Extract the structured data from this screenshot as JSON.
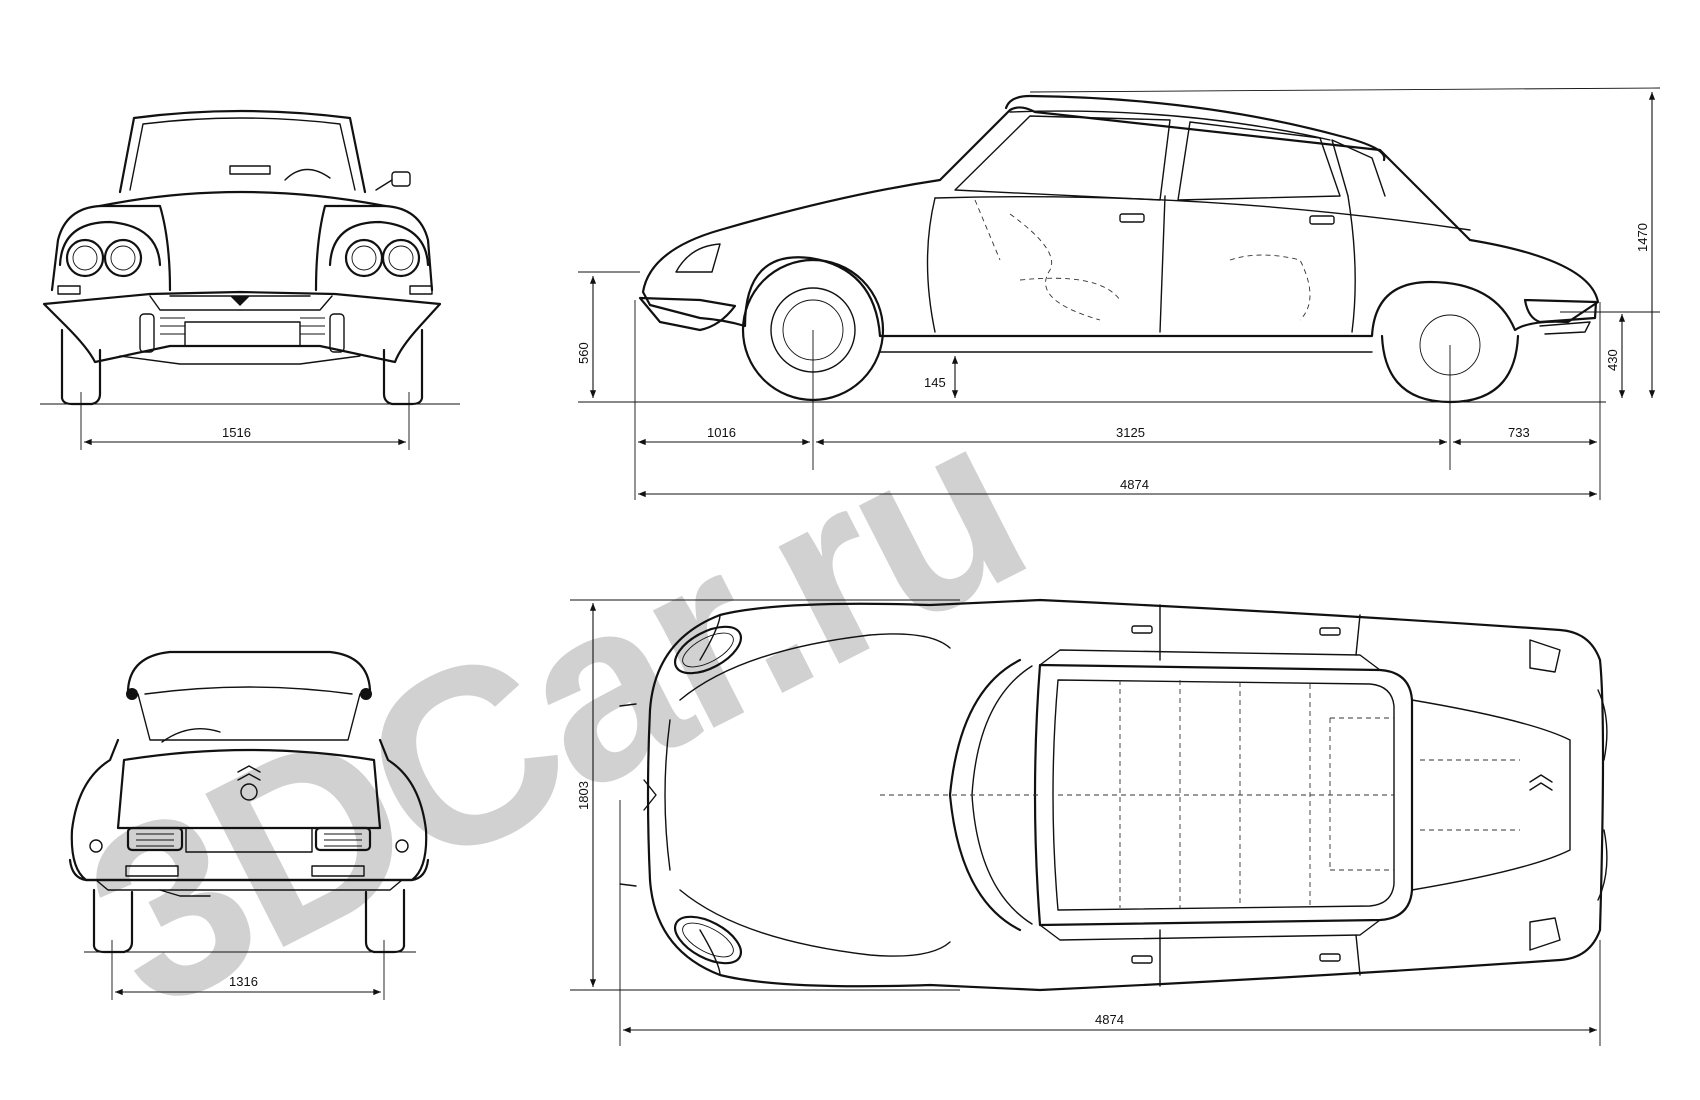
{
  "watermark": {
    "text": "3DCar.ru",
    "color": "#c8c8c8"
  },
  "views": {
    "front": {
      "name": "front view"
    },
    "rear": {
      "name": "rear view"
    },
    "side": {
      "name": "side view"
    },
    "top": {
      "name": "top view"
    }
  },
  "dimensions": {
    "front_track": "1516",
    "rear_track": "1316",
    "ground_to_front_bumper": "560",
    "ground_clearance": "145",
    "rear_bumper_height": "430",
    "overall_height": "1470",
    "front_overhang": "1016",
    "wheelbase": "3125",
    "rear_overhang": "733",
    "overall_length_side": "4874",
    "overall_width": "1803",
    "overall_length_top": "4874"
  }
}
